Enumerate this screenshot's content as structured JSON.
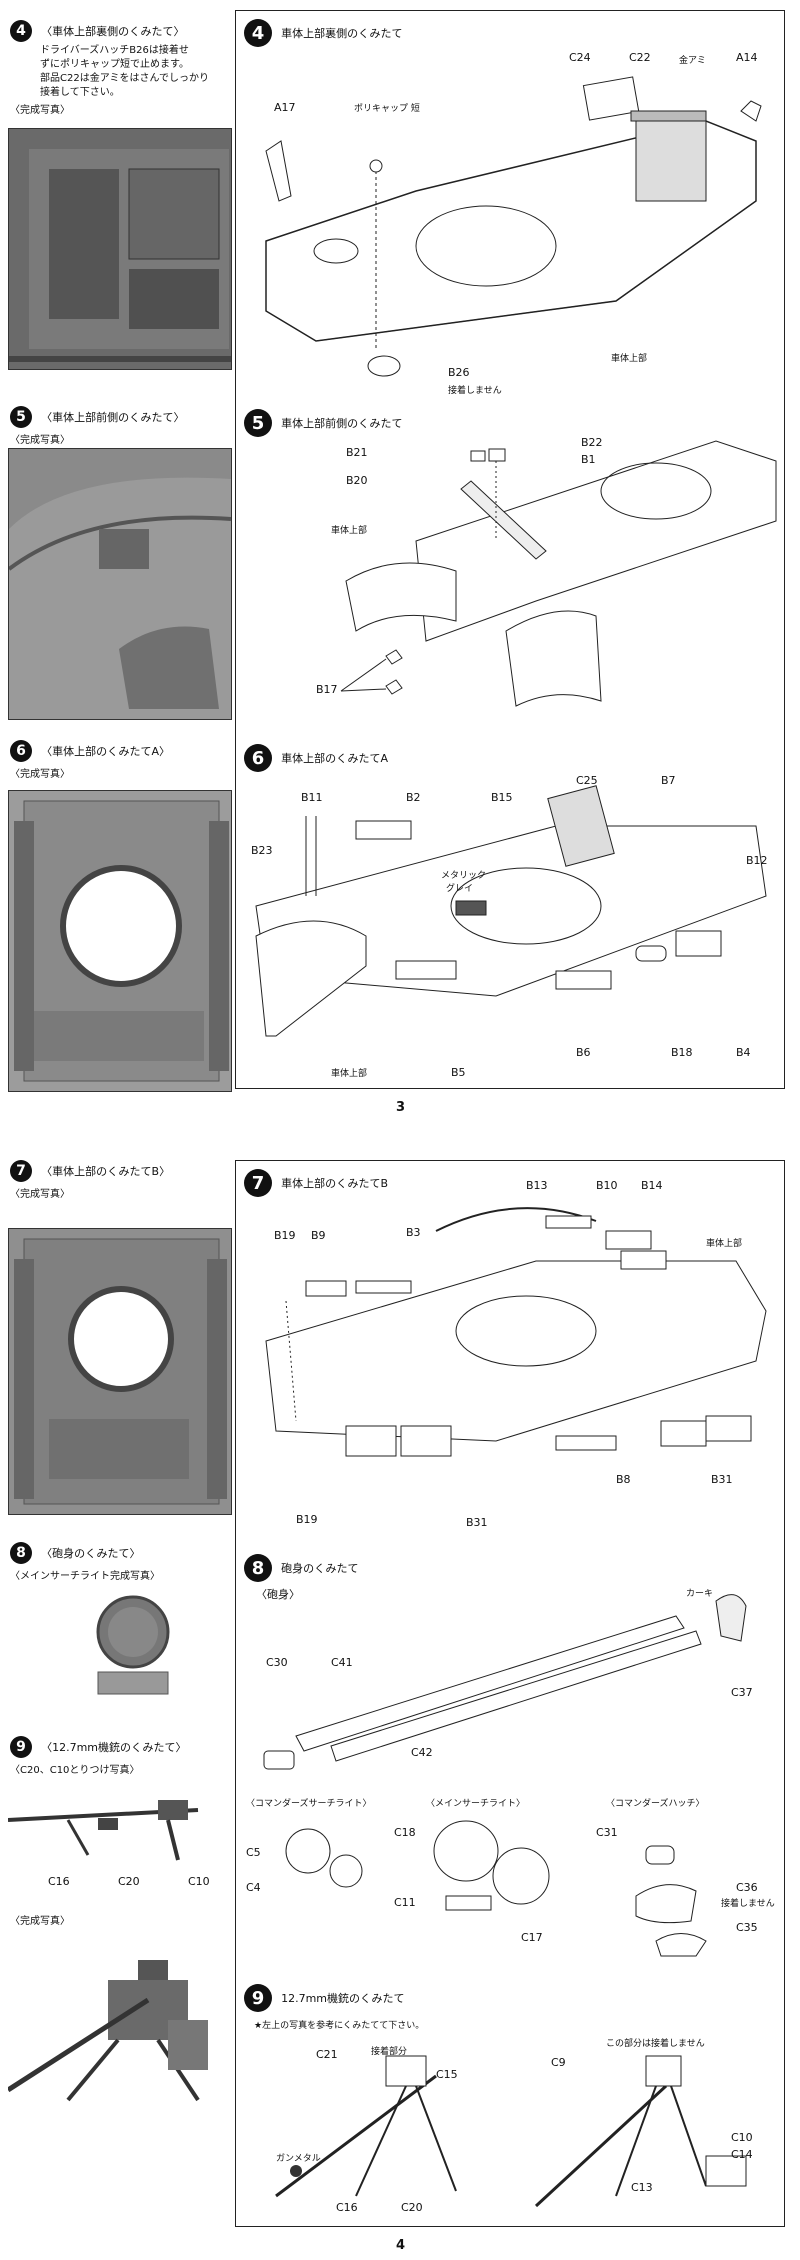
{
  "page3": {
    "page_number": "3",
    "left": {
      "s4": {
        "num": "4",
        "title": "〈車体上部裏側のくみたて〉",
        "note_lines": [
          "ドライバーズハッチB26は接着せ",
          "ずにポリキャップ短で止めます。",
          "部品C22は金アミをはさんでしっかり",
          "接着して下さい。"
        ],
        "photo_caption": "〈完成写真〉"
      },
      "s5": {
        "num": "5",
        "title": "〈車体上部前側のくみたて〉",
        "photo_caption": "〈完成写真〉"
      },
      "s6": {
        "num": "6",
        "title": "〈車体上部のくみたてA〉",
        "photo_caption": "〈完成写真〉"
      }
    },
    "right": {
      "s4": {
        "num": "4",
        "title": "車体上部裏側のくみたて",
        "labels": {
          "c24": "C24",
          "c22": "C22",
          "kanami": "金アミ",
          "a14": "A14",
          "a17": "A17",
          "polycap": "ポリキャップ 短",
          "hull": "車体上部",
          "b26": "B26",
          "no_glue": "接着しません"
        }
      },
      "s5": {
        "num": "5",
        "title": "車体上部前側のくみたて",
        "labels": {
          "b21": "B21",
          "b22": "B22",
          "b1": "B1",
          "b20": "B20",
          "hull": "車体上部",
          "b17": "B17"
        }
      },
      "s6": {
        "num": "6",
        "title": "車体上部のくみたてA",
        "labels": {
          "c25": "C25",
          "b7": "B7",
          "b11": "B11",
          "b2": "B2",
          "b15": "B15",
          "b23": "B23",
          "b12": "B12",
          "metallic": "メタリック",
          "gray": "グレイ",
          "hull": "車体上部",
          "b5": "B5",
          "b6": "B6",
          "b18": "B18",
          "b4": "B4"
        }
      }
    }
  },
  "page4": {
    "page_number": "4",
    "left": {
      "s7": {
        "num": "7",
        "title": "〈車体上部のくみたてB〉",
        "photo_caption": "〈完成写真〉"
      },
      "s8": {
        "num": "8",
        "title": "〈砲身のくみたて〉",
        "photo_caption": "〈メインサーチライト完成写真〉"
      },
      "s9": {
        "num": "9",
        "title": "〈12.7mm機銃のくみたて〉",
        "sub_caption": "〈C20、C10とりつけ写真〉",
        "labels": {
          "c16": "C16",
          "c20": "C20",
          "c10": "C10"
        },
        "photo_caption": "〈完成写真〉"
      }
    },
    "right": {
      "s7": {
        "num": "7",
        "title": "車体上部のくみたてB",
        "labels": {
          "b13": "B13",
          "b10": "B10",
          "b14": "B14",
          "b19a": "B19",
          "b9": "B9",
          "b3": "B3",
          "hull": "車体上部",
          "b19b": "B19",
          "b8": "B8",
          "b31a": "B31",
          "b31b": "B31"
        }
      },
      "s8": {
        "num": "8",
        "title": "砲身のくみたて",
        "barrel": "〈砲身〉",
        "cmd_light": "〈コマンダーズサーチライト〉",
        "main_light": "〈メインサーチライト〉",
        "cmd_hatch": "〈コマンダーズハッチ〉",
        "labels": {
          "khaki": "カーキ",
          "c37": "C37",
          "c30": "C30",
          "c41": "C41",
          "c42": "C42",
          "c5": "C5",
          "c4": "C4",
          "c18": "C18",
          "c11": "C11",
          "c17": "C17",
          "c31": "C31",
          "c36": "C36",
          "no_glue": "接着しません",
          "c35": "C35"
        }
      },
      "s9": {
        "num": "9",
        "title": "12.7mm機銃のくみたて",
        "note": "★左上の写真を参考にくみたてて下さい。",
        "labels": {
          "c21": "C21",
          "glue_part": "接着部分",
          "c15": "C15",
          "gunmetal": "ガンメタル",
          "c16": "C16",
          "c20": "C20",
          "no_glue_part": "この部分は接着しません",
          "c9": "C9",
          "c10": "C10",
          "c14": "C14",
          "c13": "C13"
        }
      }
    }
  }
}
